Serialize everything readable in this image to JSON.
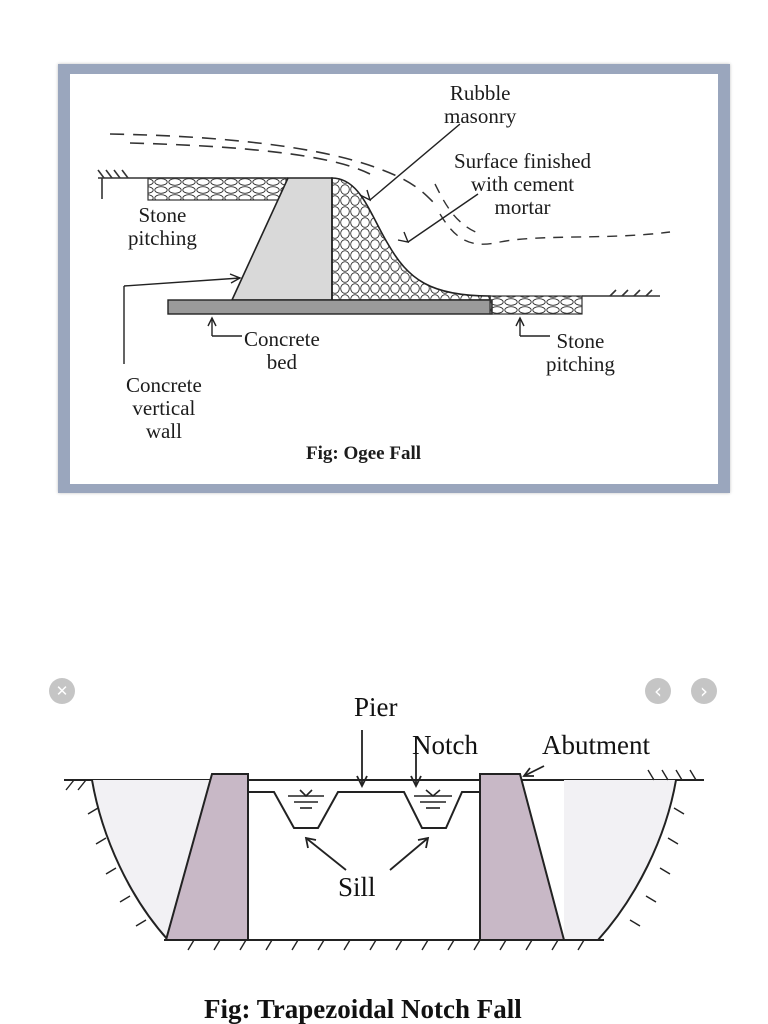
{
  "figures": [
    {
      "caption": "Fig: Ogee Fall",
      "labels": {
        "rubble_masonry": "Rubble\nmasonry",
        "surface_finished": "Surface finished\nwith cement\nmortar",
        "stone_pitching_left": "Stone\npitching",
        "stone_pitching_right": "Stone\npitching",
        "concrete_bed": "Concrete\nbed",
        "concrete_vertical_wall": "Concrete\nvertical\nwall"
      }
    },
    {
      "caption": "Fig: Trapezoidal Notch Fall",
      "labels": {
        "pier": "Pier",
        "notch": "Notch",
        "abutment": "Abutment",
        "sill": "Sill"
      }
    }
  ],
  "viewer_controls": {
    "close_icon": "close-icon",
    "prev_icon": "chevron-left-icon",
    "next_icon": "chevron-right-icon",
    "close_glyph": "✕",
    "prev_glyph": "‹",
    "next_glyph": "›"
  },
  "colors": {
    "frame": "#9aa6bd",
    "masonry_fill": "#d9d9d9",
    "abutment_fill": "#c8b8c6",
    "ink": "#1c1c1c"
  }
}
